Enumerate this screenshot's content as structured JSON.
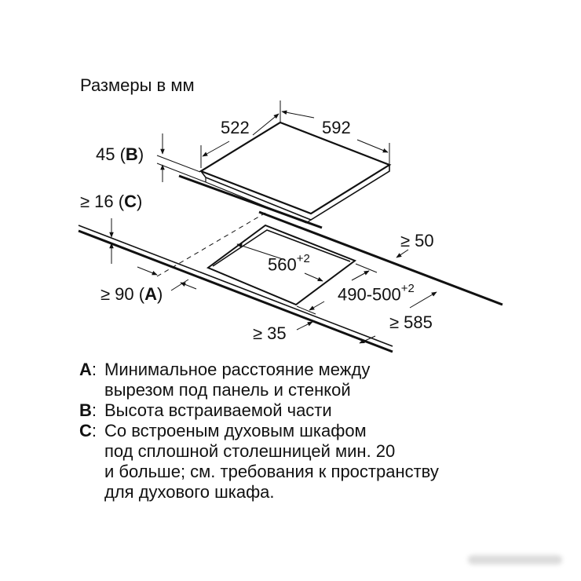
{
  "title": "Размеры в мм",
  "dimensions": {
    "hob_depth": "522",
    "hob_width": "592",
    "height_b_value": "45 (",
    "height_b_letter": "B",
    "height_b_close": ")",
    "worktop_c_value": "≥ 16 (",
    "worktop_c_letter": "C",
    "worktop_c_close": ")",
    "wall_a_value": "≥ 90 (",
    "wall_a_letter": "A",
    "wall_a_close": ")",
    "cutout_width": "560",
    "cutout_width_tol": "+2",
    "cutout_depth": "490-500",
    "cutout_depth_tol": "+2",
    "back_gap": "≥ 50",
    "front_gap": "≥ 35",
    "worktop_depth": "≥ 585"
  },
  "legend": [
    {
      "key": "A",
      "lines": [
        "Минимальное расстояние между",
        "вырезом под панель и стенкой"
      ]
    },
    {
      "key": "B",
      "lines": [
        "Высота встраиваемой части"
      ]
    },
    {
      "key": "C",
      "lines": [
        "Со встроеным духовым шкафом",
        "под сплошной столешницей мин. 20",
        "и больше; см. требования к пространству",
        "для духового шкафа."
      ]
    }
  ]
}
